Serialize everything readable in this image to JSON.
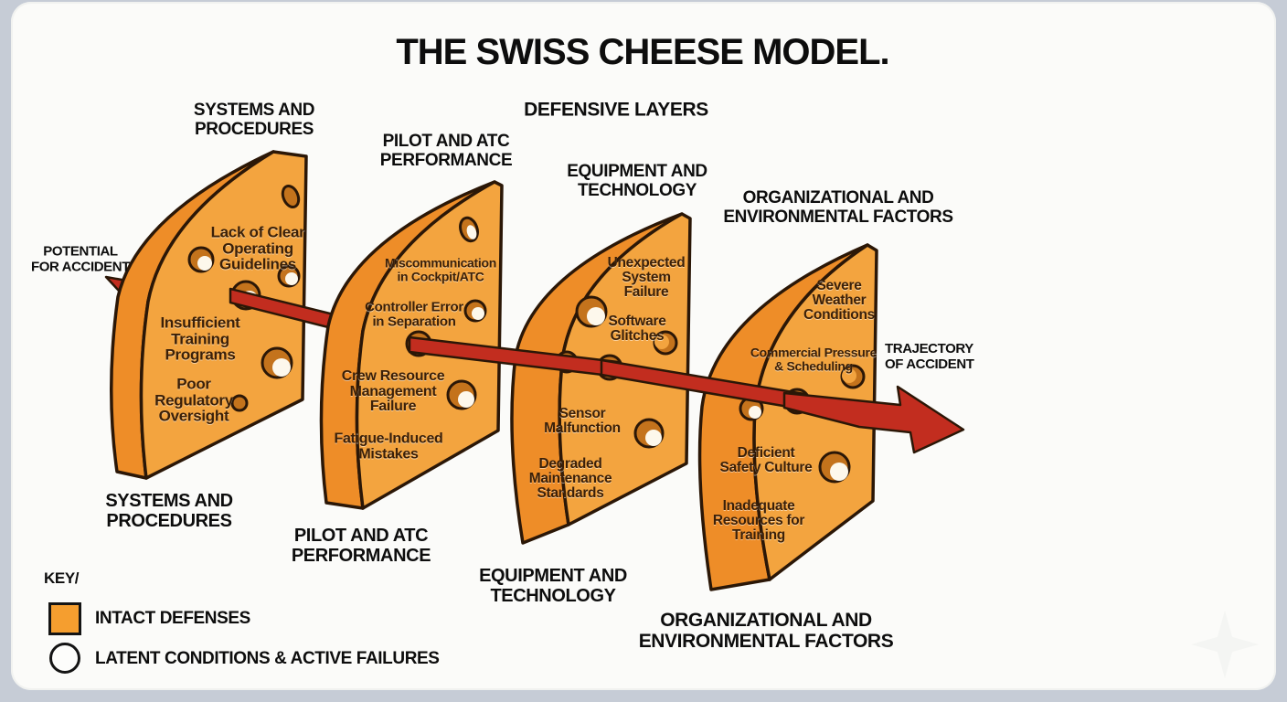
{
  "title": "THE SWISS CHEESE MODEL.",
  "subtitle": "DEFENSIVE LAYERS",
  "arrow": {
    "start_label": "POTENTIAL\nFOR ACCIDENT",
    "end_label": "TRAJECTORY\nOF ACCIDENT",
    "color": "#c22d1f"
  },
  "layers": [
    {
      "top_label": "SYSTEMS AND\nPROCEDURES",
      "bottom_label": "SYSTEMS AND\nPROCEDURES",
      "failures": [
        "Lack of Clear\nOperating\nGuidelines",
        "Insufficient\nTraining\nPrograms",
        "Poor\nRegulatory\nOversight"
      ]
    },
    {
      "top_label": "PILOT AND ATC\nPERFORMANCE",
      "bottom_label": "PILOT AND ATC\nPERFORMANCE",
      "failures": [
        "Miscommunication\nin Cockpit/ATC",
        "Controller Error\nin Separation",
        "Crew Resource\nManagement\nFailure",
        "Fatigue-Induced\nMistakes"
      ]
    },
    {
      "top_label": "EQUIPMENT AND\nTECHNOLOGY",
      "bottom_label": "EQUIPMENT AND\nTECHNOLOGY",
      "failures": [
        "Unexpected\nSystem\nFailure",
        "Software\nGlitches",
        "Sensor\nMalfunction",
        "Degraded\nMaintenance\nStandards"
      ]
    },
    {
      "top_label": "ORGANIZATIONAL AND\nENVIRONMENTAL FACTORS",
      "bottom_label": "ORGANIZATIONAL AND\nENVIRONMENTAL FACTORS",
      "failures": [
        "Severe\nWeather\nConditions",
        "Commercial Pressure\n& Scheduling",
        "Deficient\nSafety Culture",
        "Inadequate\nResources for\nTraining"
      ]
    }
  ],
  "key": {
    "title": "KEY/",
    "items": [
      {
        "swatch": "orange-square",
        "label": "INTACT DEFENSES"
      },
      {
        "swatch": "open-circle",
        "label": "LATENT CONDITIONS & ACTIVE FAILURES"
      }
    ]
  },
  "colors": {
    "cheese_face": "#f3a43f",
    "cheese_side": "#ee8d28",
    "hole_dark": "#c4731c",
    "hole_highlight": "#fdf8ec",
    "outline": "#2b1707",
    "arrow_red": "#c22d1f",
    "background_card": "#fbfbf9"
  }
}
